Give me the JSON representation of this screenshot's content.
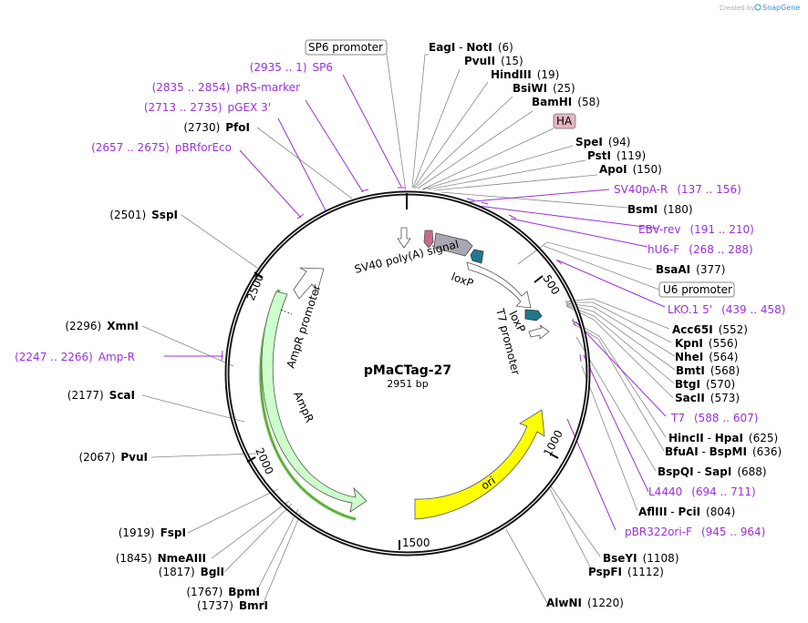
{
  "watermark": {
    "created_by": "Created by",
    "brand": "SnapGene"
  },
  "plasmid": {
    "name": "pMaCTag-27",
    "size": "2951 bp"
  },
  "ticks": [
    "500",
    "1000",
    "1500",
    "2000",
    "2500"
  ],
  "features": {
    "sv40": "SV40 poly(A) signal",
    "loxp1": "loxP",
    "loxp2": "loxP",
    "t7prom": "T7 promoter",
    "ori": "ori",
    "ampr": "AmpR",
    "amprprom": "AmpR promoter"
  },
  "boxes": {
    "sp6": "SP6 promoter",
    "ha": "HA",
    "u6": "U6 promoter"
  },
  "sites": [
    {
      "name": "EagI",
      "name2": "NotI",
      "pos": "(6)"
    },
    {
      "name": "PvuII",
      "pos": "(15)"
    },
    {
      "name": "HindIII",
      "pos": "(19)"
    },
    {
      "name": "BsiWI",
      "pos": "(25)"
    },
    {
      "name": "BamHI",
      "pos": "(58)"
    },
    {
      "name": "SpeI",
      "pos": "(94)"
    },
    {
      "name": "PstI",
      "pos": "(119)"
    },
    {
      "name": "ApoI",
      "pos": "(150)"
    },
    {
      "name": "BsmI",
      "pos": "(180)"
    },
    {
      "name": "BsaAI",
      "pos": "(377)"
    },
    {
      "name": "Acc65I",
      "pos": "(552)"
    },
    {
      "name": "KpnI",
      "pos": "(556)"
    },
    {
      "name": "NheI",
      "pos": "(564)"
    },
    {
      "name": "BmtI",
      "pos": "(568)"
    },
    {
      "name": "BtgI",
      "pos": "(570)"
    },
    {
      "name": "SacII",
      "pos": "(573)"
    },
    {
      "name": "HincII",
      "name2": "HpaI",
      "pos": "(625)"
    },
    {
      "name": "BfuAI",
      "name2": "BspMI",
      "pos": "(636)"
    },
    {
      "name": "BspQI",
      "name2": "SapI",
      "pos": "(688)"
    },
    {
      "name": "AflIII",
      "name2": "PciI",
      "pos": "(804)"
    },
    {
      "name": "BseYI",
      "pos": "(1108)"
    },
    {
      "name": "PspFI",
      "pos": "(1112)"
    },
    {
      "name": "AlwNI",
      "pos": "(1220)"
    },
    {
      "name": "BmrI",
      "pos": "(1737)"
    },
    {
      "name": "BpmI",
      "pos": "(1767)"
    },
    {
      "name": "BglI",
      "pos": "(1817)"
    },
    {
      "name": "NmeAIII",
      "pos": "(1845)"
    },
    {
      "name": "FspI",
      "pos": "(1919)"
    },
    {
      "name": "PvuI",
      "pos": "(2067)"
    },
    {
      "name": "ScaI",
      "pos": "(2177)"
    },
    {
      "name": "XmnI",
      "pos": "(2296)"
    },
    {
      "name": "SspI",
      "pos": "(2501)"
    },
    {
      "name": "PfoI",
      "pos": "(2730)"
    }
  ],
  "primers": [
    {
      "range": "(2935 .. 1)",
      "name": "SP6"
    },
    {
      "range": "(2835 .. 2854)",
      "name": "pRS-marker"
    },
    {
      "range": "(2713 .. 2735)",
      "name": "pGEX 3'"
    },
    {
      "range": "(2657 .. 2675)",
      "name": "pBRforEco"
    },
    {
      "range": "(2247 .. 2266)",
      "name": "Amp-R"
    },
    {
      "name": "SV40pA-R",
      "range": "(137 .. 156)"
    },
    {
      "name": "EBV-rev",
      "range": "(191 .. 210)"
    },
    {
      "name": "hU6-F",
      "range": "(268 .. 288)"
    },
    {
      "name": "LKO.1 5'",
      "range": "(439 .. 458)"
    },
    {
      "name": "T7",
      "range": "(588 .. 607)"
    },
    {
      "name": "L4440",
      "range": "(694 .. 711)"
    },
    {
      "name": "pBR322ori-F",
      "range": "(945 .. 964)"
    }
  ],
  "colors": {
    "primer": "#9b30d9",
    "ori": "#ffff00",
    "ampr": "#ccffcc",
    "loxp": "#1c7a8c",
    "ha": "#e8b4c0",
    "sv40": "#a8a8a8"
  }
}
